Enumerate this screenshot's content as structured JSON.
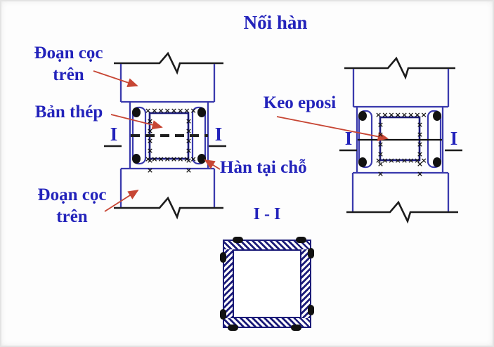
{
  "title": "Nối hàn",
  "labels": {
    "upper_pile": {
      "line1": "Đoạn cọc",
      "line2": "trên"
    },
    "steel_plate": "Bản thép",
    "weld_in_place": "Hàn tại chỗ",
    "lower_pile": {
      "line1": "Đoạn cọc",
      "line2": "trên"
    },
    "epoxy_glue": "Keo eposi",
    "section_title": "I - I",
    "section_marker": "I"
  },
  "weld_marks": {
    "row": "××××××××",
    "col": "××××××"
  },
  "colors": {
    "label_blue": "#2323bb",
    "line_blue": "#3a3aad",
    "plate_navy": "#1b1b78",
    "arrow_red": "#c74634",
    "line_black": "#1c1c1c",
    "background": "#fdfdfd"
  }
}
